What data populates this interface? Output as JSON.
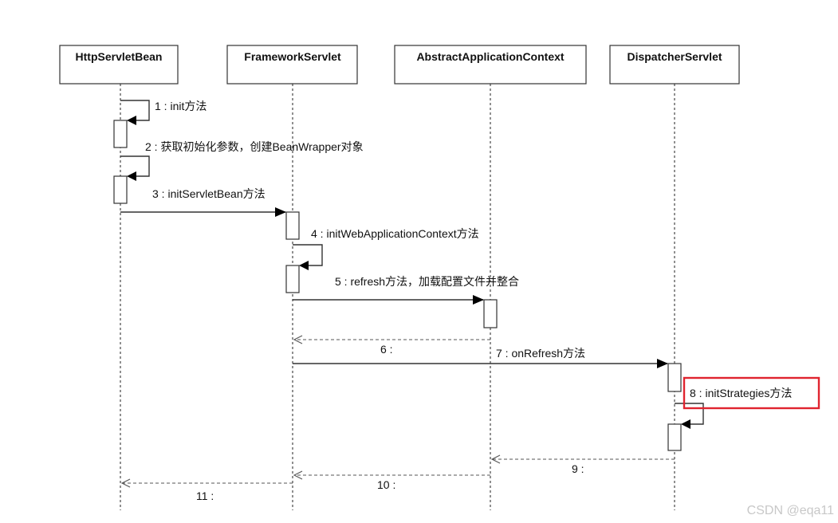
{
  "participants": [
    {
      "id": "p1",
      "label": "HttpServletBean"
    },
    {
      "id": "p2",
      "label": "FrameworkServlet"
    },
    {
      "id": "p3",
      "label": "AbstractApplicationContext"
    },
    {
      "id": "p4",
      "label": "DispatcherServlet"
    }
  ],
  "messages": [
    {
      "id": "m1",
      "label": "1 : init方法",
      "from": "p1",
      "to": "p1",
      "kind": "self"
    },
    {
      "id": "m2",
      "label": "2 : 获取初始化参数，创建BeanWrapper对象",
      "from": "p1",
      "to": "p1",
      "kind": "self"
    },
    {
      "id": "m3",
      "label": "3 : initServletBean方法",
      "from": "p1",
      "to": "p2",
      "kind": "call"
    },
    {
      "id": "m4",
      "label": "4 : initWebApplicationContext方法",
      "from": "p2",
      "to": "p2",
      "kind": "self"
    },
    {
      "id": "m5",
      "label": "5 : refresh方法，加载配置文件并整合",
      "from": "p2",
      "to": "p3",
      "kind": "call"
    },
    {
      "id": "m6",
      "label": "6 :",
      "from": "p3",
      "to": "p2",
      "kind": "return"
    },
    {
      "id": "m7",
      "label": "7 : onRefresh方法",
      "from": "p2",
      "to": "p4",
      "kind": "call"
    },
    {
      "id": "m8",
      "label": "8 : initStrategies方法",
      "from": "p4",
      "to": "p4",
      "kind": "self",
      "highlighted": true
    },
    {
      "id": "m9",
      "label": "9 :",
      "from": "p4",
      "to": "p3",
      "kind": "return"
    },
    {
      "id": "m10",
      "label": "10 :",
      "from": "p3",
      "to": "p2",
      "kind": "return"
    },
    {
      "id": "m11",
      "label": "11 :",
      "from": "p2",
      "to": "p1",
      "kind": "return"
    }
  ],
  "highlight_color": "#e0242f",
  "watermark": "CSDN @eqa11"
}
